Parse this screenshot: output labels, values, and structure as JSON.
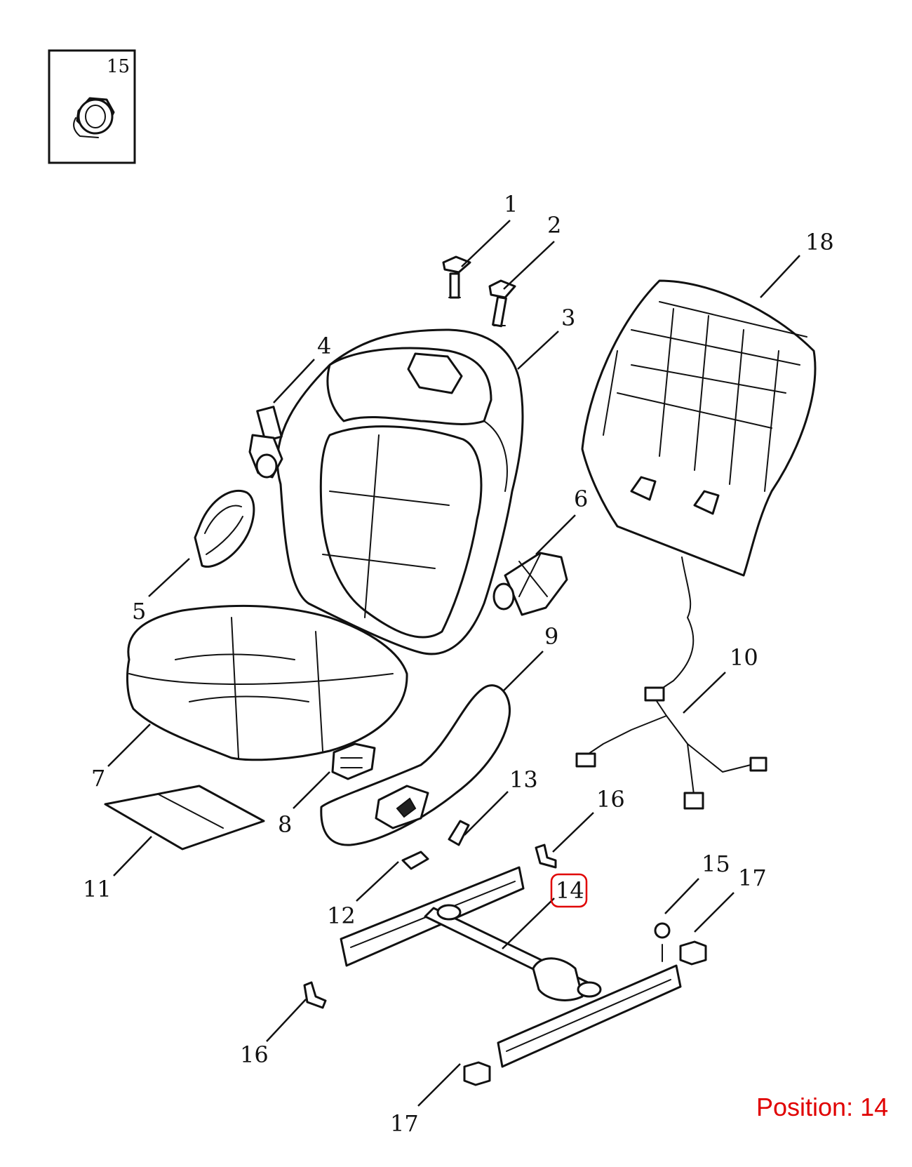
{
  "inset": {
    "label": "15"
  },
  "callouts": [
    {
      "id": "1",
      "label": "1"
    },
    {
      "id": "2",
      "label": "2"
    },
    {
      "id": "3",
      "label": "3"
    },
    {
      "id": "4",
      "label": "4"
    },
    {
      "id": "5",
      "label": "5"
    },
    {
      "id": "6",
      "label": "6"
    },
    {
      "id": "7",
      "label": "7"
    },
    {
      "id": "8",
      "label": "8"
    },
    {
      "id": "9",
      "label": "9"
    },
    {
      "id": "10",
      "label": "10"
    },
    {
      "id": "11",
      "label": "11"
    },
    {
      "id": "12",
      "label": "12"
    },
    {
      "id": "13",
      "label": "13"
    },
    {
      "id": "14",
      "label": "14"
    },
    {
      "id": "15",
      "label": "15"
    },
    {
      "id": "16a",
      "label": "16"
    },
    {
      "id": "16b",
      "label": "16"
    },
    {
      "id": "17a",
      "label": "17"
    },
    {
      "id": "17b",
      "label": "17"
    },
    {
      "id": "18",
      "label": "18"
    }
  ],
  "highlighted_callout": "14",
  "position_text": "Position: 14",
  "colors": {
    "highlight": "#e00000",
    "line": "#111111"
  }
}
